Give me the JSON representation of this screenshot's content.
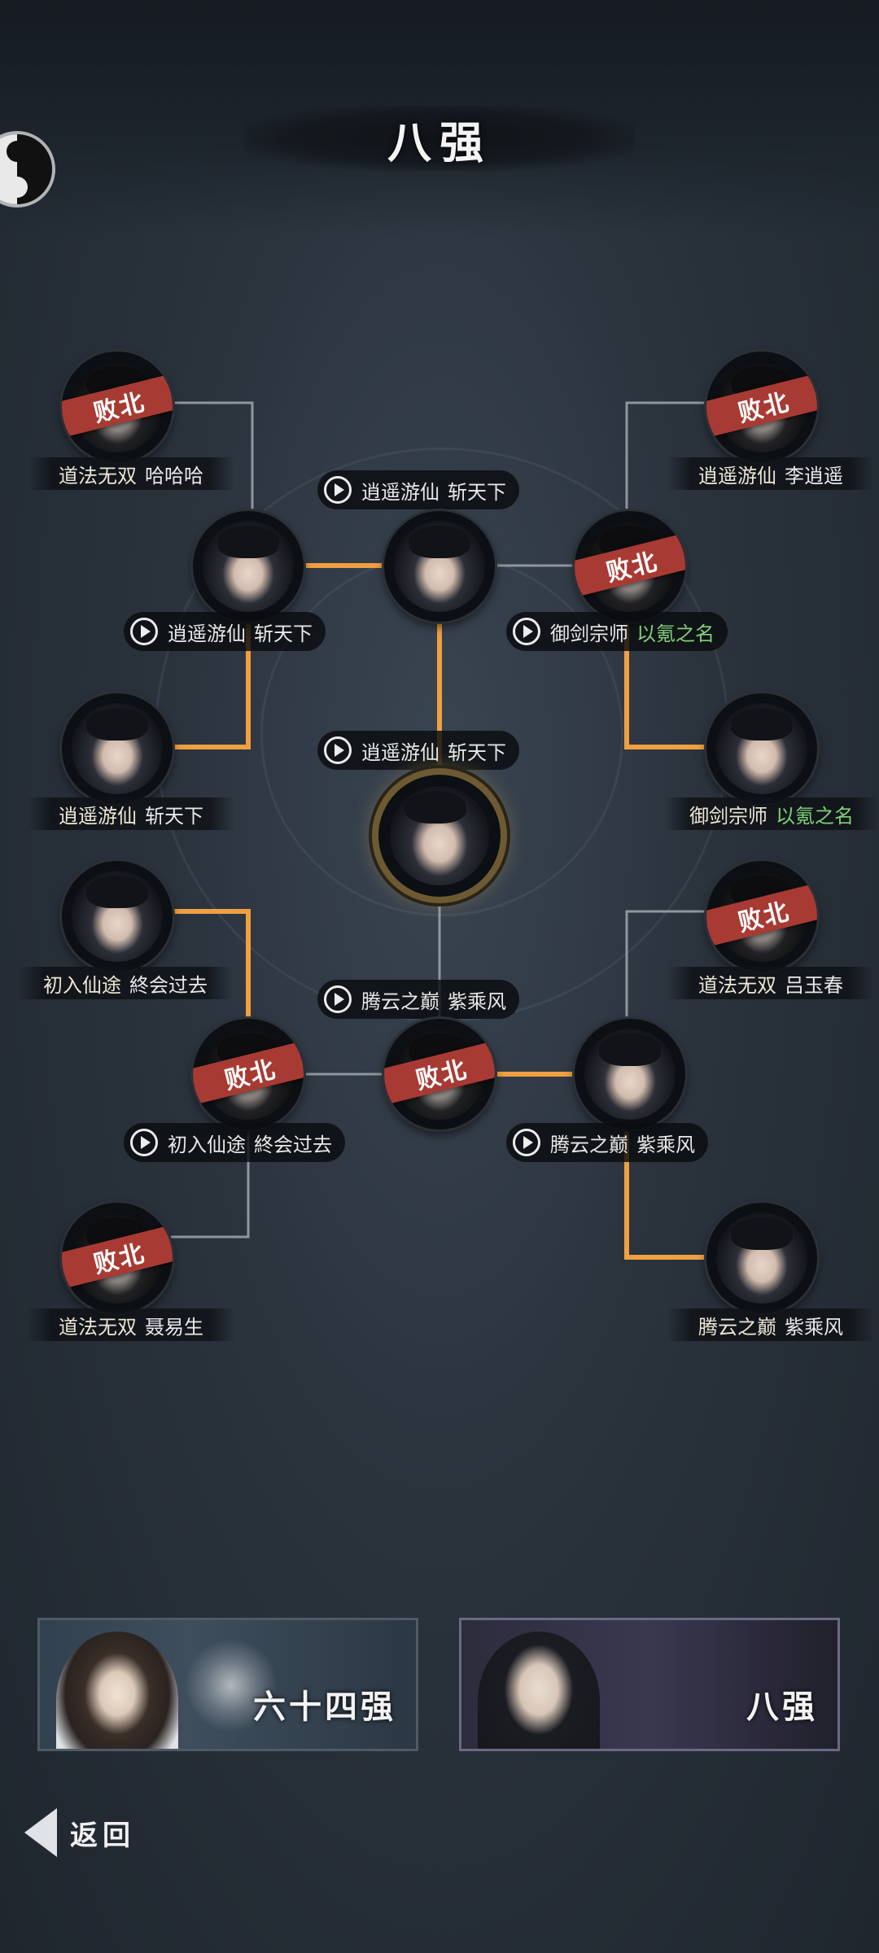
{
  "header": {
    "title": "八强"
  },
  "defeat_label": "败北",
  "left_top": {
    "p1": {
      "sect": "道法无双",
      "name": "哈哈哈",
      "lost": true
    },
    "p2": {
      "sect": "逍遥游仙",
      "name": "斩天下",
      "lost": false
    },
    "match": {
      "sect": "逍遥游仙",
      "name": "斩天下"
    }
  },
  "right_top": {
    "p1": {
      "sect": "逍遥游仙",
      "name": "李逍遥",
      "lost": true
    },
    "p2": {
      "sect": "御剑宗师",
      "name": "以氪之名",
      "lost": false
    },
    "match": {
      "sect": "御剑宗师",
      "name": "以氪之名"
    }
  },
  "top_final": {
    "sect": "逍遥游仙",
    "name": "斩天下"
  },
  "grand_final": {
    "sect": "逍遥游仙",
    "name": "斩天下"
  },
  "bottom_final": {
    "sect": "腾云之巅",
    "name": "紫乘风"
  },
  "left_bottom": {
    "p1": {
      "sect": "初入仙途",
      "name": "終会过去",
      "lost": false
    },
    "p2": {
      "sect": "道法无双",
      "name": "聂易生",
      "lost": true
    },
    "match": {
      "sect": "初入仙途",
      "name": "終会过去"
    }
  },
  "right_bottom": {
    "p1": {
      "sect": "道法无双",
      "name": "吕玉春",
      "lost": true
    },
    "p2": {
      "sect": "腾云之巅",
      "name": "紫乘风",
      "lost": false
    },
    "match": {
      "sect": "腾云之巅",
      "name": "紫乘风"
    }
  },
  "stage_cards": {
    "left": {
      "title": "六十四强"
    },
    "right": {
      "title": "八强"
    }
  },
  "footer": {
    "back_label": "返回"
  },
  "colors": {
    "winner_line": "#f0a040",
    "loser_line": "#8e969f",
    "defeat_banner": "#a83a34",
    "highlight_name": "#7fd17a"
  }
}
